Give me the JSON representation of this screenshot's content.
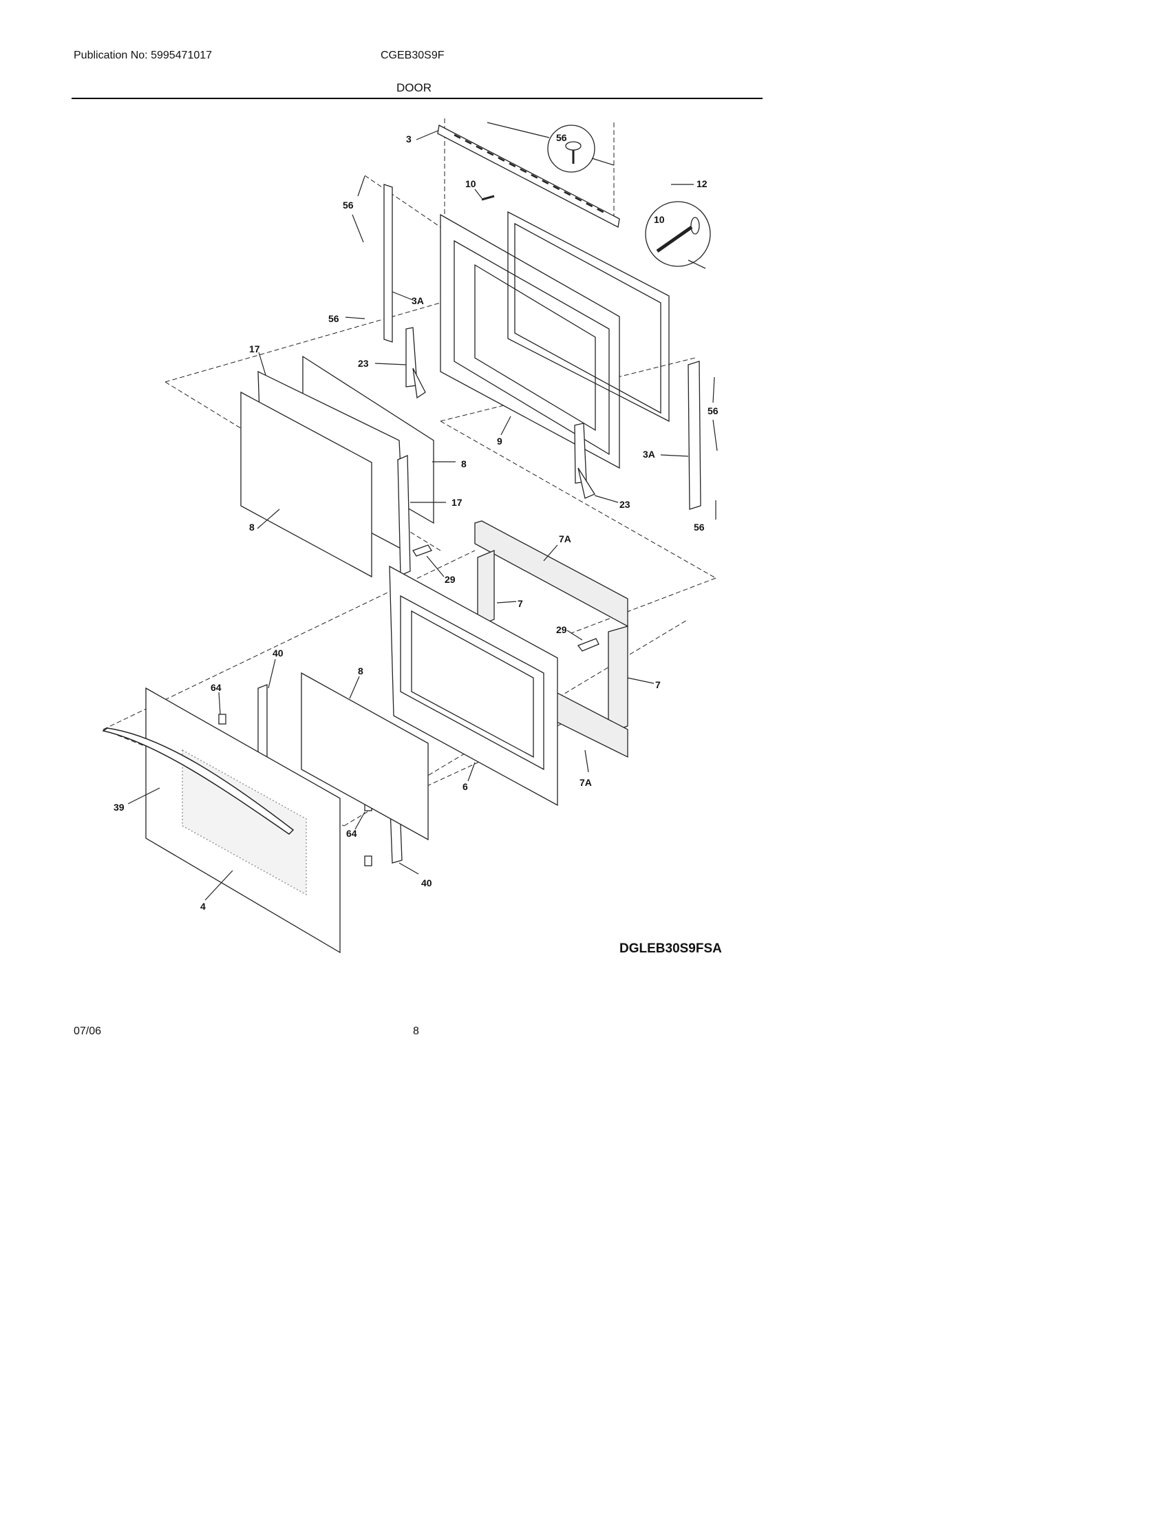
{
  "header": {
    "publication": "Publication No: 5995471017",
    "model": "CGEB30S9F",
    "section": "DOOR"
  },
  "diagram_code": "DGLEB30S9FSA",
  "footer": {
    "date": "07/06",
    "page": "8"
  },
  "callouts": [
    "3",
    "56",
    "10",
    "10",
    "56",
    "3A",
    "56",
    "12",
    "23",
    "17",
    "9",
    "56",
    "8",
    "3A",
    "17",
    "23",
    "8",
    "56",
    "7A",
    "29",
    "7",
    "29",
    "7",
    "40",
    "8",
    "64",
    "39",
    "6",
    "7A",
    "64",
    "40",
    "4"
  ]
}
